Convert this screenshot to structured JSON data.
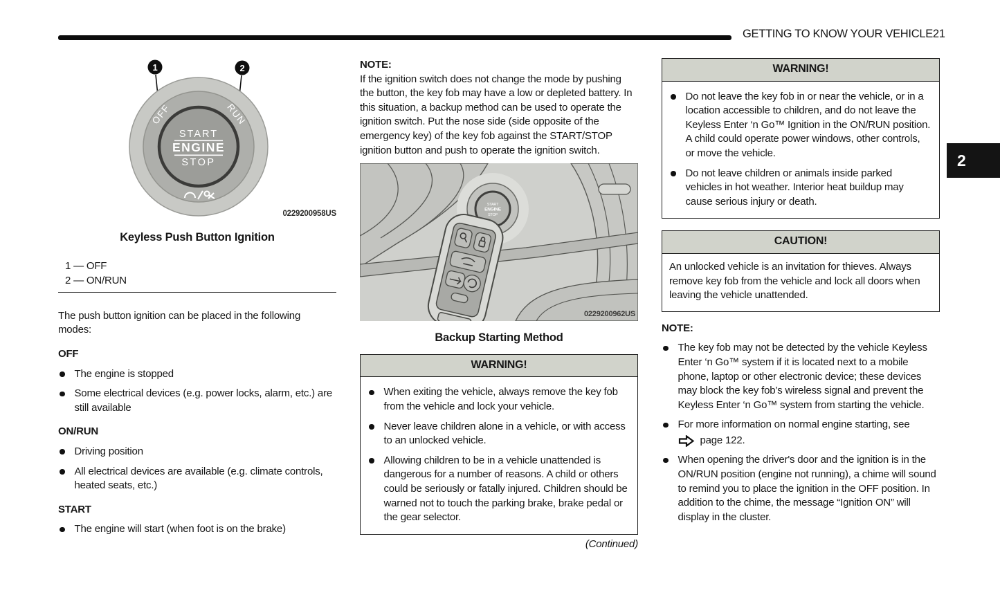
{
  "header": {
    "title": "GETTING TO KNOW YOUR VEHICLE",
    "page_number": "21"
  },
  "section_tab": {
    "label": "2"
  },
  "colors": {
    "warning_header_bg": "#d1d3cb",
    "tab_bg": "#141414",
    "text": "#161616"
  },
  "figures": {
    "ignition": {
      "callout_1": "1",
      "callout_2": "2",
      "ring_label_left": "OFF",
      "ring_label_right": "RUN",
      "button_lines": [
        "START",
        "ENGINE",
        "STOP"
      ],
      "code": "0229200958US",
      "caption": "Keyless Push Button Ignition",
      "legend_1": "1 — OFF",
      "legend_2": "2 — ON/RUN"
    },
    "backup": {
      "code": "0229200962US",
      "caption": "Backup Starting Method"
    }
  },
  "left": {
    "intro": "The push button ignition can be placed in the following modes:",
    "off_heading": "OFF",
    "off_bullets": [
      "The engine is stopped",
      "Some electrical devices (e.g. power locks, alarm, etc.) are still available"
    ],
    "onrun_heading": "ON/RUN",
    "onrun_bullets": [
      "Driving position",
      "All electrical devices are available (e.g. climate controls, heated seats, etc.)"
    ],
    "start_heading": "START",
    "start_bullets": [
      "The engine will start (when foot is on the brake)"
    ]
  },
  "middle": {
    "note_heading": "NOTE:",
    "note_text": "If the ignition switch does not change the mode by pushing the button, the key fob may have a low or depleted battery. In this situation, a backup method can be used to operate the ignition switch. Put the nose side (side opposite of the emergency key) of the key fob against the START/STOP ignition button and push to operate the ignition switch.",
    "warning_title": "WARNING!",
    "warning_bullets": [
      "When exiting the vehicle, always remove the key fob from the vehicle and lock your vehicle.",
      "Never leave children alone in a vehicle, or with access to an unlocked vehicle.",
      "Allowing children to be in a vehicle unattended is dangerous for a number of reasons. A child or others could be seriously or fatally injured. Children should be warned not to touch the parking brake, brake pedal or the gear selector."
    ],
    "continued": "(Continued)"
  },
  "right": {
    "warning_title": "WARNING!",
    "warning_bullets": [
      "Do not leave the key fob in or near the vehicle, or in a location accessible to children, and do not leave the Keyless Enter ‘n Go™ Ignition in the ON/RUN position. A child could operate power windows, other controls, or move the vehicle.",
      "Do not leave children or animals inside parked vehicles in hot weather. Interior heat buildup may cause serious injury or death."
    ],
    "caution_title": "CAUTION!",
    "caution_text": "An unlocked vehicle is an invitation for thieves. Always remove key fob from the vehicle and lock all doors when leaving the vehicle unattended.",
    "note_heading": "NOTE:",
    "note_bullet_1": "The key fob may not be detected by the vehicle Keyless Enter ‘n Go™ system if it is located next to a mobile phone, laptop or other electronic device; these devices may block the key fob’s wireless signal and prevent the Keyless Enter ‘n Go™ system from starting the vehicle.",
    "note_bullet_2_line1": "For more information on normal engine starting, see",
    "note_bullet_2_ref": "page 122.",
    "note_bullet_3": "When opening the driver's door and the ignition is in the ON/RUN position (engine not running), a chime will sound to remind you to place the ignition in the OFF position. In addition to the chime, the message “Ignition ON” will display in the cluster."
  }
}
